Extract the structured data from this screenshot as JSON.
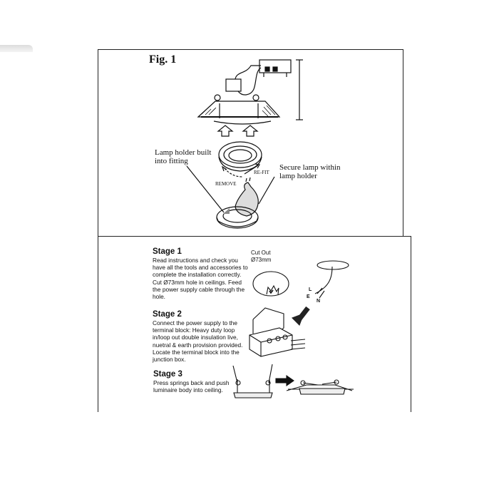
{
  "figure": {
    "title": "Fig. 1",
    "lamp_holder_label": "Lamp holder built into fitting",
    "secure_lamp_label": "Secure lamp within lamp holder",
    "refit_label": "RE-FIT",
    "remove_label": "REMOVE"
  },
  "stages": [
    {
      "heading": "Stage 1",
      "text": "Read instructions and check you have all the tools and accessories to complete the installation correctly. Cut Ø73mm hole in ceilings. Feed the  power supply cable through the hole."
    },
    {
      "heading": "Stage 2",
      "text": "Connect the power supply to the terminal block: Heavy duty loop in/loop out double insulation live, nuetral & earth provision provided. Locate the terminal block into the junction box."
    },
    {
      "heading": "Stage 3",
      "text": "Press springs back and push luminaire body into ceiling."
    }
  ],
  "cutout": {
    "label": "Cut Out Ø73mm"
  },
  "wires": {
    "l": "L",
    "e": "E",
    "n": "N"
  }
}
